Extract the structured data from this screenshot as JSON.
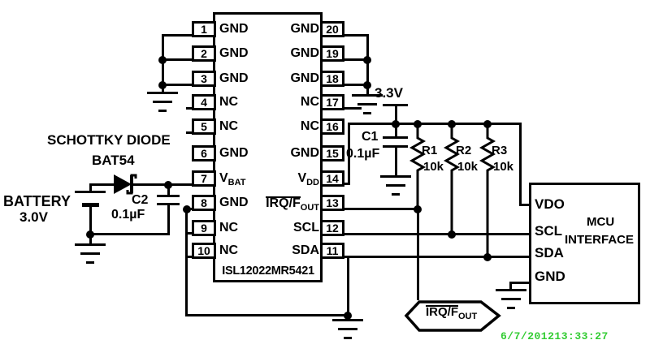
{
  "ic": {
    "name": "ISL12022MR5421",
    "left_pins": [
      {
        "num": "1",
        "label": "GND"
      },
      {
        "num": "2",
        "label": "GND"
      },
      {
        "num": "3",
        "label": "GND"
      },
      {
        "num": "4",
        "label": "NC"
      },
      {
        "num": "5",
        "label": "NC"
      },
      {
        "num": "6",
        "label": "GND"
      },
      {
        "num": "7",
        "label": "V",
        "sub": "BAT"
      },
      {
        "num": "8",
        "label": "GND"
      },
      {
        "num": "9",
        "label": "NC"
      },
      {
        "num": "10",
        "label": "NC"
      }
    ],
    "right_pins": [
      {
        "num": "20",
        "label": "GND"
      },
      {
        "num": "19",
        "label": "GND"
      },
      {
        "num": "18",
        "label": "GND"
      },
      {
        "num": "17",
        "label": "NC"
      },
      {
        "num": "16",
        "label": "NC"
      },
      {
        "num": "15",
        "label": "GND"
      },
      {
        "num": "14",
        "label": "V",
        "sub": "DD"
      },
      {
        "num": "13",
        "label": "IRQ/F",
        "sub": "OUT",
        "overline": true
      },
      {
        "num": "12",
        "label": "SCL"
      },
      {
        "num": "11",
        "label": "SDA"
      }
    ]
  },
  "battery": {
    "line1": "BATTERY",
    "line2": "3.0V"
  },
  "diode": {
    "line1": "SCHOTTKY DIODE",
    "line2": "BAT54"
  },
  "c2": {
    "name": "C2",
    "value": "0.1µF"
  },
  "c1": {
    "name": "C1",
    "value": "0.1µF"
  },
  "supply": {
    "label": "3.3V"
  },
  "resistors": [
    {
      "name": "R1",
      "value": "10k"
    },
    {
      "name": "R2",
      "value": "10k"
    },
    {
      "name": "R3",
      "value": "10k"
    }
  ],
  "mcu": {
    "title_line1": "MCU",
    "title_line2": "INTERFACE",
    "pins": [
      "VDO",
      "SCL",
      "SDA",
      "GND"
    ]
  },
  "flag": {
    "main": "IRQ/F",
    "sub": "OUT"
  },
  "timestamp": {
    "text": "6/7/201213:33:27"
  },
  "colors": {
    "wire": "#000000",
    "background": "#ffffff",
    "timestamp_green": "#33cc33"
  }
}
